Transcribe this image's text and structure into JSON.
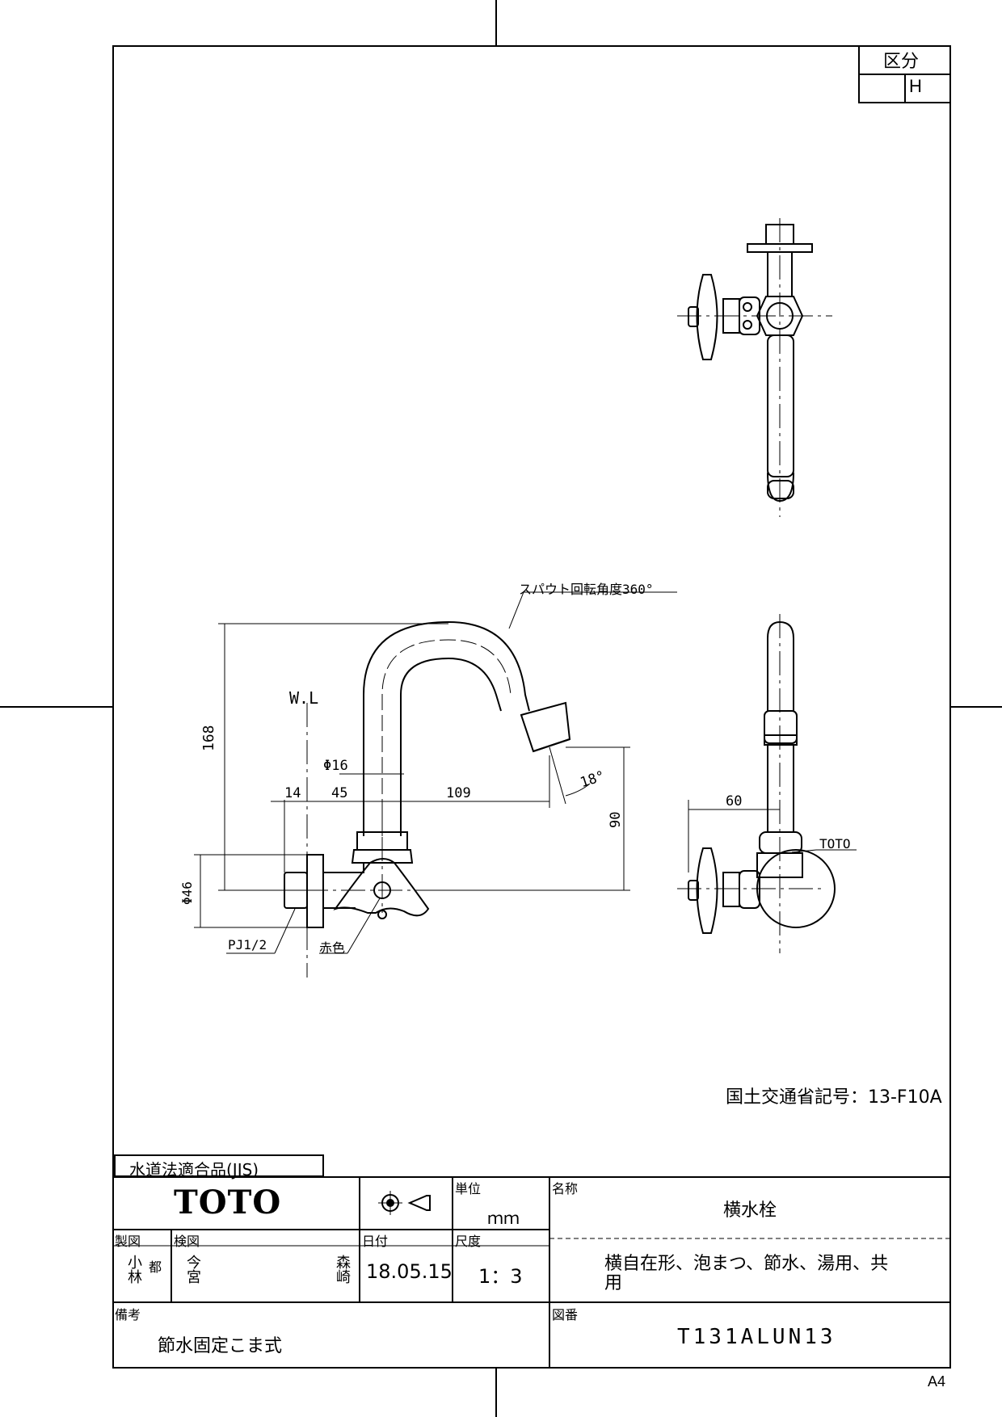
{
  "classification": {
    "header": "区分",
    "value": "H"
  },
  "drawing_labels": {
    "spout_rotation": "スパウト回転角度360°",
    "wl": "W.L",
    "dim_168": "168",
    "dim_phi16": "Φ16",
    "dim_14": "14",
    "dim_45": "45",
    "dim_109": "109",
    "dim_18deg": "18°",
    "dim_90": "90",
    "dim_phi46": "Φ46",
    "thread": "PJ1/2",
    "red": "赤色",
    "dim_60": "60",
    "brand_mark": "TOTO"
  },
  "ministry_code": "国土交通省記号：13-F10A",
  "jis_label": "水道法適合品(JIS)",
  "title_block": {
    "logo": "TOTO",
    "unit_header": "単位",
    "unit_value": "ｍｍ",
    "name_header": "名称",
    "product_name": "横水栓",
    "product_desc_line1": "横自在形、泡まつ、節水、湯用、共",
    "product_desc_line2": "用",
    "drawn_header": "製図",
    "drawn_name_1": "小林",
    "drawn_name_2": "都",
    "checked_header": "検図",
    "checked_name_1": "今宮",
    "checked_name_2": "森崎",
    "date_header": "日付",
    "date_value": "18.05.15",
    "scale_header": "尺度",
    "scale_value": "1：3",
    "remarks_header": "備考",
    "remarks_value": "節水固定こま式",
    "drawing_no_header": "図番",
    "drawing_no_value": "T131ALUN13"
  },
  "paper_size": "A4"
}
